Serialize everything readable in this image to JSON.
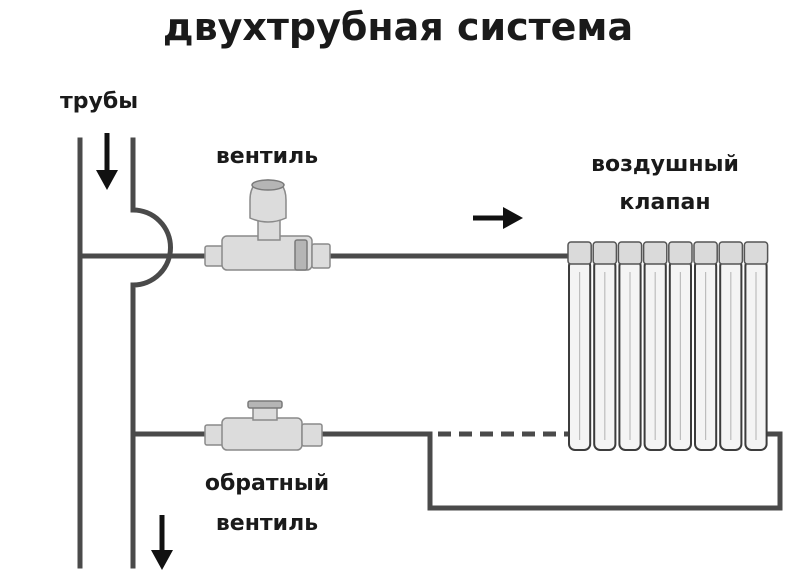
{
  "title": "двухтрубная система",
  "labels": {
    "pipes": "трубы",
    "valve": "вентиль",
    "air_valve_line1": "воздушный",
    "air_valve_line2": "клапан",
    "return_valve_line1": "обратный",
    "return_valve_line2": "вентиль"
  },
  "radiator": {
    "sections": 8
  },
  "icons": [
    "down-arrow-icon",
    "right-arrow-icon",
    "valve-icon",
    "return-valve-icon",
    "radiator-icon"
  ],
  "colors": {
    "pipe": "#4a4a4a",
    "text": "#1a1a1a",
    "valve": "#dcdcdc",
    "radiator": "#f4f4f4"
  }
}
